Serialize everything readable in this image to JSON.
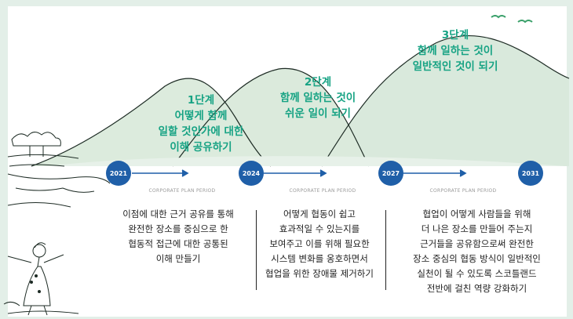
{
  "stages": [
    {
      "title": [
        "1단계",
        "어떻게 함께",
        "일할 것인가에 대한",
        "이해 공유하기"
      ]
    },
    {
      "title": [
        "2단계",
        "함께 일하는 것이",
        "쉬운 일이 되기"
      ]
    },
    {
      "title": [
        "3단계",
        "함께 일하는 것이",
        "일반적인 것이 되기"
      ]
    }
  ],
  "timeline": {
    "years": [
      "2021",
      "2024",
      "2027",
      "2031"
    ],
    "period_label": "CORPORATE PLAN PERIOD"
  },
  "descriptions": [
    [
      "이점에 대한 근거 공유를 통해",
      "완전한 장소를 중심으로 한",
      "협동적 접근에 대한 공통된",
      "이해 만들기"
    ],
    [
      "어떻게 협동이 쉽고",
      "효과적일 수 있는지를",
      "보여주고 이를 위해 필요한",
      "시스템 변화를 옹호하면서",
      "협업을 위한 장애물 제거하기"
    ],
    [
      "협업이 어떻게 사람들을 위해",
      "더 나은 장소를 만들어 주는지",
      "근거들을 공유함으로써 완전한",
      "장소 중심의 협동 방식이 일반적인",
      "실천이 될 수 있도록 스코틀랜드",
      "전반에 걸친 역량 강화하기"
    ]
  ],
  "colors": {
    "accent": "#17a384",
    "timeline": "#1f5fa8",
    "background": "#e3efe8"
  }
}
